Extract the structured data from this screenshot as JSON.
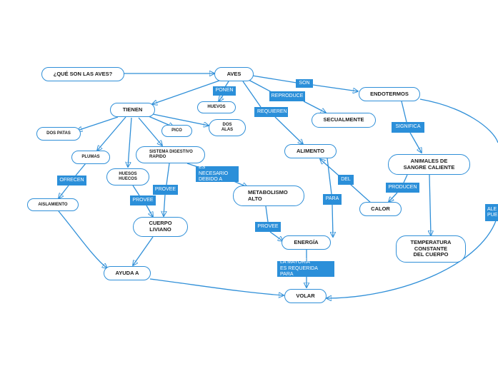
{
  "colors": {
    "accent": "#2f8fd8",
    "label_bg": "#2b8fd9",
    "node_bg": "#ffffff",
    "text": "#1b1b1b"
  },
  "nodes": {
    "que_son": "¿QUÉ SON LAS AVES?",
    "aves": "AVES",
    "tienen": "TIENEN",
    "huevos": "HUEVOS",
    "endotermos": "ENDOTERMOS",
    "secualmente": "SECUALMENTE",
    "dos_patas": "DOS PATAS",
    "pico": "PICO",
    "dos_alas": "DOS\nALAS",
    "plumas": "PLUMAS",
    "sistema_digestivo": "SISTEMA DIGESTIVO\nRAPIDO",
    "alimento": "ALIMENTO",
    "animales_sangre": "ANIMALES DE\nSANGRE CALIENTE",
    "huesos_huecos": "HUESOS\nHUECOS",
    "metabolismo": "METABOLISMO\nALTO",
    "aislamiento": "AISLAMIENTO",
    "calor": "CALOR",
    "cuerpo_liviano": "CUERPO\nLIVIANO",
    "energia": "ENERGÍA",
    "temperatura": "TEMPERATURA\nCONSTANTE\nDEL CUERPO",
    "ayuda_a": "AYUDA A",
    "volar": "VOLAR"
  },
  "labels": {
    "ponen": "PONEN",
    "son": "SON",
    "reproduce": "REPRODUCE",
    "requieren": "REQUIEREN",
    "significa": "SIGNIFICA",
    "ofrecen": "OFRECEN",
    "es_necesario": "ES NECESARIO\nDEBIDO A",
    "provee_1": "PROVEE",
    "provee_2": "PROVEE",
    "del": "DEL",
    "producen": "PRODUCEN",
    "para": "PARA",
    "provee_3": "PROVEE",
    "la_mayoria": "LA MAYORÍA\nES REQUERIDA PARA",
    "edge_cut": "ALE\nPUE"
  }
}
